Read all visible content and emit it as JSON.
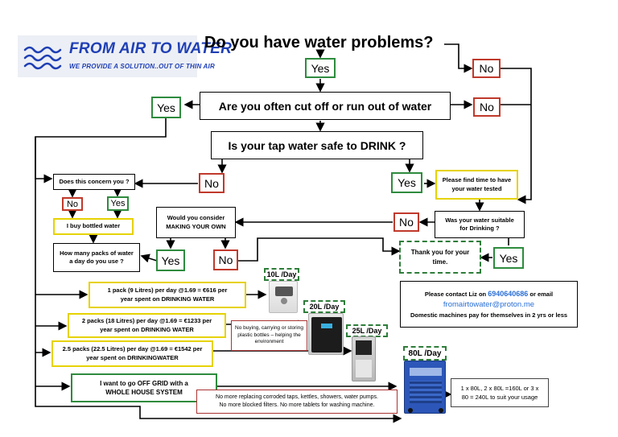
{
  "logo": {
    "title": "FROM AIR TO WATER",
    "subtitle": "WE PROVIDE A SOLUTION..OUT OF THIN AIR",
    "wave_color": "#1f3fb5"
  },
  "main_question": "Do you have water problems?",
  "yes_label": "Yes",
  "no_label": "No",
  "q_cut_off": "Are you often cut off or run out of water",
  "q_tap_safe": "Is your tap water safe to DRINK ?",
  "q_concern": "Does this concern you ?",
  "buy_bottled": "I buy bottled water",
  "would_consider": [
    "Would you consider",
    "MAKING YOUR OWN"
  ],
  "please_test": [
    "Please find time to have",
    "your  water tested"
  ],
  "was_suitable": [
    "Was your water suitable",
    "for Drinking ?"
  ],
  "thank_you": [
    "Thank you for your",
    "time."
  ],
  "how_many_packs": [
    "How many packs of water",
    "a day do you use ?"
  ],
  "pack_options": [
    [
      "1 pack (9 Litres) per day @1.69 = €616 per",
      "year spent on DRINKING WATER"
    ],
    [
      "2 packs (18 Litres) per day @1.69 = €1233 per",
      "year spent on DRINKING WATER"
    ],
    [
      "2.5 packs (22.5 Litres) per day @1.69 = €1542 per",
      "year spent on DRINKINGWATER"
    ]
  ],
  "off_grid": [
    "I want to go OFF GRID with a",
    "WHOLE HOUSE SYSTEM"
  ],
  "no_buying": [
    "No buying, carrying or storing",
    "plastic bottles – helping the",
    "environment"
  ],
  "no_more": [
    "No more replacing corroded taps, kettles, showers, water pumps.",
    "No more blocked filters.  No more tablets for washing machine."
  ],
  "machines": [
    "10L /Day",
    "20L /Day",
    "25L /Day",
    "80L /Day"
  ],
  "contact": {
    "line1_prefix": "Please contact Liz on",
    "phone": "6940640686",
    "line1_suffix": "or email",
    "email": "fromairtowater@proton.me",
    "line3": "Domestic machines pay for themselves in 2 yrs or less"
  },
  "usage_80l": [
    "1 x 80L, 2 x 80L =160L or 3 x",
    "80 = 240L to suit your usage"
  ],
  "colors": {
    "yes_border": "#2e8b3e",
    "no_border": "#c0392b",
    "option_border": "#e6d200",
    "brand": "#1f3fb5",
    "link": "#2a6fd6"
  }
}
